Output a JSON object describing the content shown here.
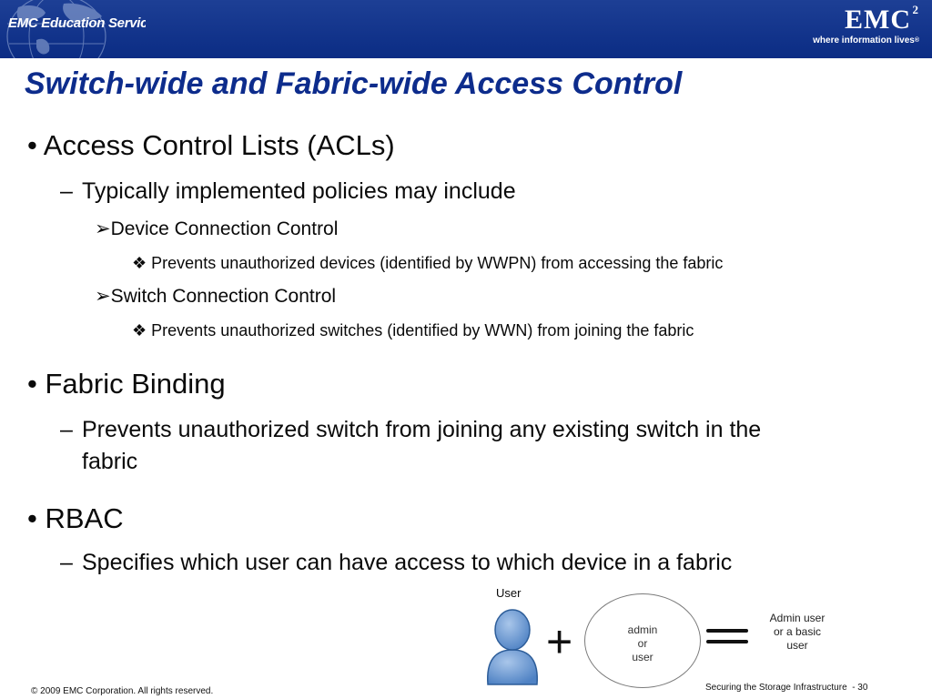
{
  "header": {
    "edu_logo_text": "EMC Education Services",
    "brand": "EMC",
    "brand_superscript": "2",
    "tagline": "where information lives",
    "tagline_mark": "®"
  },
  "title": "Switch-wide and Fabric-wide Access Control",
  "body": [
    {
      "level": 1,
      "marker": "•",
      "text": "Access Control Lists (ACLs)"
    },
    {
      "level": 2,
      "marker": "–",
      "text": "Typically implemented policies may include"
    },
    {
      "level": 3,
      "marker": "➢",
      "text": "Device Connection Control"
    },
    {
      "level": 4,
      "marker": "❖",
      "text": "Prevents unauthorized devices (identified by WWPN) from accessing the fabric"
    },
    {
      "level": 3,
      "marker": "➢",
      "text": "Switch Connection Control"
    },
    {
      "level": 4,
      "marker": "❖",
      "text": "Prevents unauthorized switches (identified by WWN) from joining the fabric"
    },
    {
      "level": 1,
      "marker": "•",
      "text": "Fabric Binding"
    },
    {
      "level": 2,
      "marker": "–",
      "text": "Prevents unauthorized switch from joining any existing switch in the"
    },
    {
      "level": 2,
      "marker": "",
      "text": "fabric"
    },
    {
      "level": 1,
      "marker": "•",
      "text": "RBAC"
    },
    {
      "level": 2,
      "marker": "–",
      "text": "Specifies which user can have access to which device in a fabric"
    }
  ],
  "diagram": {
    "user_label": "User",
    "plus_symbol": "+",
    "role_lines": [
      "admin",
      "or",
      "user"
    ],
    "result_lines": [
      "Admin user",
      "or a basic",
      "user"
    ]
  },
  "footer": {
    "copyright": "© 2009 EMC Corporation. All rights reserved.",
    "course": "Securing the Storage Infrastructure",
    "page": "- 30"
  }
}
